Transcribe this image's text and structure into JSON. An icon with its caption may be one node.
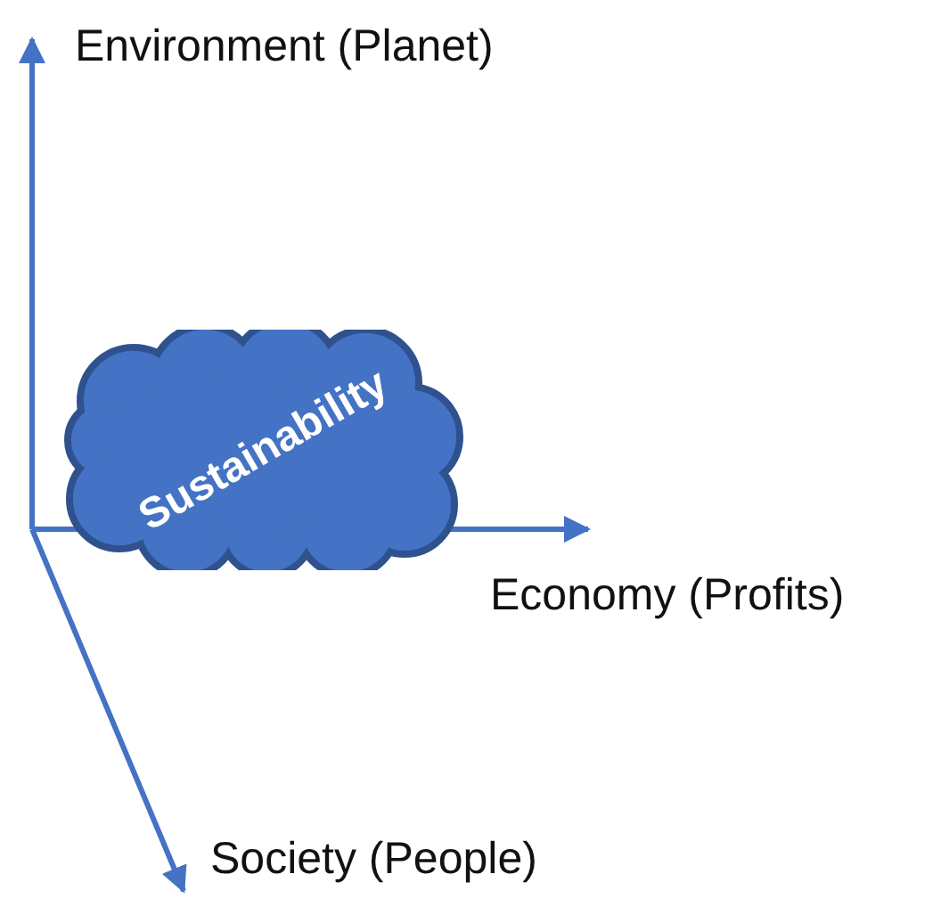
{
  "diagram": {
    "nodes": [
      {
        "text": [
          "Sustainability"
        ]
      }
    ],
    "labels": [
      "Environment (Planet)",
      "Economy (Profits)",
      "Society (People)"
    ]
  }
}
